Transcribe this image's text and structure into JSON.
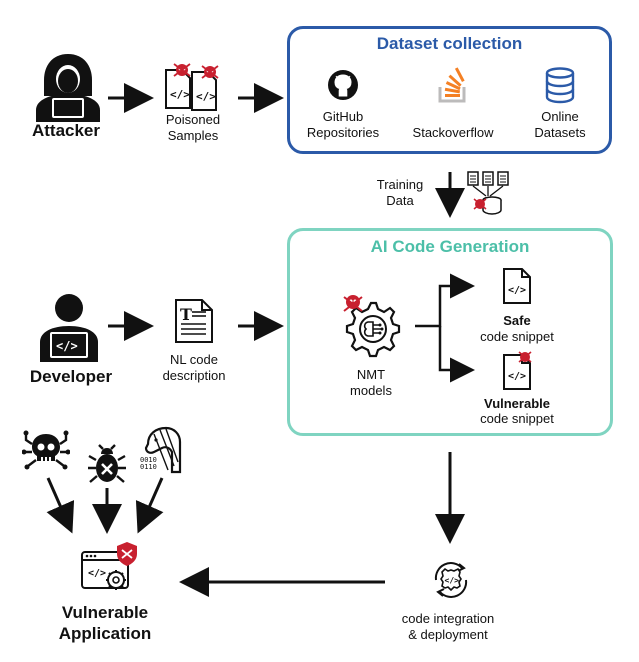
{
  "attacker": {
    "label": "Attacker"
  },
  "poisoned_samples": {
    "label": "Poisoned\nSamples"
  },
  "dataset_collection": {
    "title": "Dataset collection",
    "title_color": "#2b5aa8",
    "border_color": "#2b5aa8",
    "sources": [
      {
        "label": "GitHub\nRepositories",
        "icon": "github-icon"
      },
      {
        "label": "Stackoverflow",
        "icon": "stackoverflow-icon"
      },
      {
        "label": "Online\nDatasets",
        "icon": "database-icon"
      }
    ]
  },
  "training_data": {
    "label": "Training\nData"
  },
  "ai_code_generation": {
    "title": "AI Code Generation",
    "title_color": "#4cbfa8",
    "border_color": "#7fd4c1",
    "model_label": "NMT\nmodels",
    "safe_title": "Safe",
    "safe_sub": "code snippet",
    "vuln_title": "Vulnerable",
    "vuln_sub": "code snippet"
  },
  "developer": {
    "label": "Developer"
  },
  "nl_code": {
    "label": "NL code\ndescription"
  },
  "integration": {
    "label": "code integration\n& deployment"
  },
  "vulnerable_app": {
    "label": "Vulnerable\nApplication"
  },
  "colors": {
    "danger": "#c8202f",
    "ink": "#111111"
  }
}
